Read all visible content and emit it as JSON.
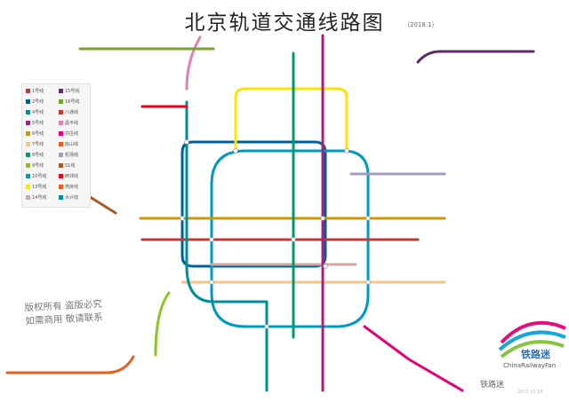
{
  "title": "北京轨道交通线路图",
  "date": "（2018.1）",
  "legend": [
    {
      "label": "1号线",
      "color": "#c23a30"
    },
    {
      "label": "2号线",
      "color": "#006098"
    },
    {
      "label": "4号线",
      "color": "#008e9c"
    },
    {
      "label": "5号线",
      "color": "#a6217f"
    },
    {
      "label": "6号线",
      "color": "#d29700"
    },
    {
      "label": "7号线",
      "color": "#f6c582"
    },
    {
      "label": "8号线",
      "color": "#009b6b"
    },
    {
      "label": "9号线",
      "color": "#8fc31f"
    },
    {
      "label": "10号线",
      "color": "#009bc0"
    },
    {
      "label": "13号线",
      "color": "#f9e700"
    },
    {
      "label": "14号线",
      "color": "#d5a7a1"
    },
    {
      "label": "15号线",
      "color": "#5b2c68"
    },
    {
      "label": "16号线",
      "color": "#76a32e"
    },
    {
      "label": "八通线",
      "color": "#c23a30"
    },
    {
      "label": "昌平线",
      "color": "#de82b2"
    },
    {
      "label": "亦庄线",
      "color": "#e40077"
    },
    {
      "label": "房山线",
      "color": "#e46022"
    },
    {
      "label": "机场线",
      "color": "#a29bbb"
    },
    {
      "label": "S1线",
      "color": "#a45a2a"
    },
    {
      "label": "西郊线",
      "color": "#e50619"
    },
    {
      "label": "燕房线",
      "color": "#e46022"
    },
    {
      "label": "大兴线",
      "color": "#008e9c"
    }
  ],
  "copyright": [
    "版权所有  盗版必究",
    "如需商用  敬请联系"
  ],
  "brand": {
    "cn": "铁路迷",
    "en": "ChinaRailwayFan"
  },
  "watermark": "铁路迷",
  "watermark_date": "2017.12.16",
  "map": {
    "lines": [
      {
        "name": "1号线",
        "color": "#c23a30"
      },
      {
        "name": "2号线",
        "color": "#006098"
      },
      {
        "name": "4号线",
        "color": "#008e9c"
      },
      {
        "name": "5号线",
        "color": "#a6217f"
      },
      {
        "name": "6号线",
        "color": "#d29700"
      },
      {
        "name": "8号线",
        "color": "#009b6b"
      },
      {
        "name": "9号线",
        "color": "#8fc31f"
      },
      {
        "name": "10号线",
        "color": "#009bc0"
      },
      {
        "name": "13号线",
        "color": "#f9e700"
      },
      {
        "name": "14号线",
        "color": "#d5a7a1"
      },
      {
        "name": "15号线",
        "color": "#5b2c68"
      },
      {
        "name": "昌平线",
        "color": "#de82b2"
      },
      {
        "name": "亦庄线",
        "color": "#e40077"
      },
      {
        "name": "房山线",
        "color": "#e46022"
      },
      {
        "name": "机场线",
        "color": "#a29bbb"
      },
      {
        "name": "S1线",
        "color": "#a45a2a"
      },
      {
        "name": "16号线",
        "color": "#76a32e"
      },
      {
        "name": "7号线",
        "color": "#f6c582"
      },
      {
        "name": "西郊线",
        "color": "#e50619"
      },
      {
        "name": "八通线",
        "color": "#c23a30"
      }
    ]
  }
}
